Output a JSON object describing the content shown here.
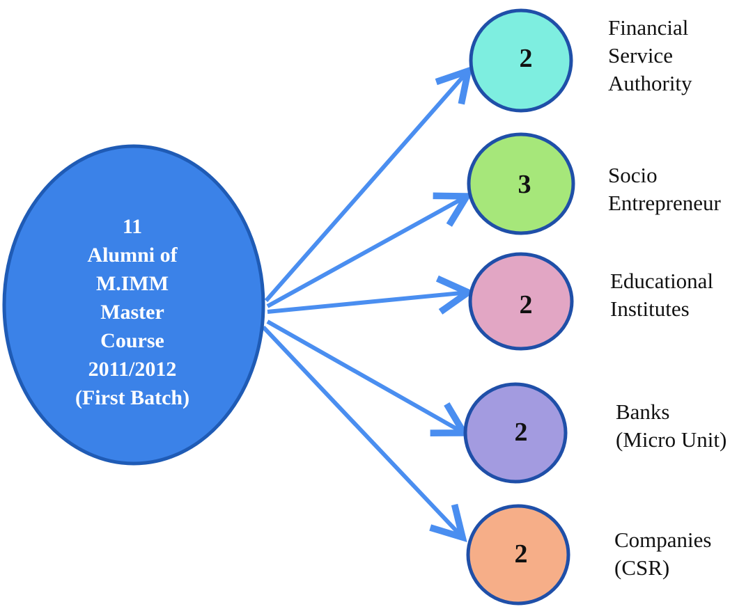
{
  "center": {
    "lines": [
      "11",
      "Alumni of",
      "M.IMM",
      "Master",
      "Course",
      "2011/2012",
      "(First Batch)"
    ],
    "color": "#3b82e8",
    "border": "#1f5bb5"
  },
  "arrow_color": "#4a8ef0",
  "nodes": [
    {
      "count": "2",
      "label": [
        "Financial",
        "Service",
        "Authority"
      ],
      "color": "#7eeee0"
    },
    {
      "count": "3",
      "label": [
        "Socio",
        "Entrepreneur"
      ],
      "color": "#a6e77a"
    },
    {
      "count": "2",
      "label": [
        "Educational",
        "Institutes"
      ],
      "color": "#e2a6c4"
    },
    {
      "count": "2",
      "label": [
        "Banks",
        "(Micro Unit)"
      ],
      "color": "#a39be0"
    },
    {
      "count": "2",
      "label": [
        "Companies",
        "(CSR)"
      ],
      "color": "#f6ae88"
    }
  ]
}
